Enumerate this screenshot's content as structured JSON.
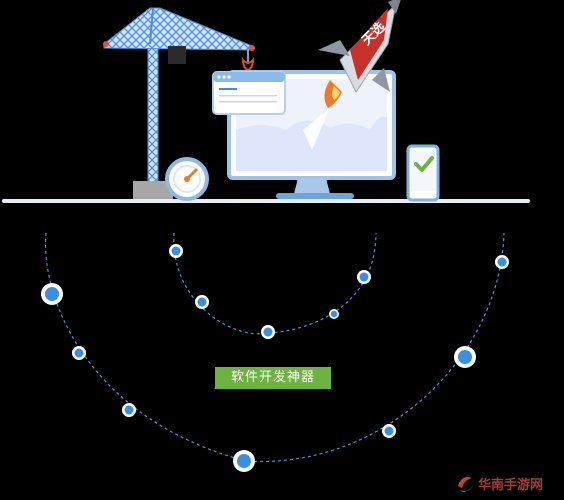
{
  "tag": {
    "label": "软件开发神器"
  },
  "rocket_text": "天选",
  "watermark": {
    "text": "华南手游网"
  },
  "colors": {
    "background": "#000000",
    "accent_blue": "#3a8fe0",
    "tag_green": "#6cb33f",
    "crane_blue": "#b8d4f0",
    "flame_orange": "#f07a2a",
    "rocket_red": "#c8302a"
  }
}
